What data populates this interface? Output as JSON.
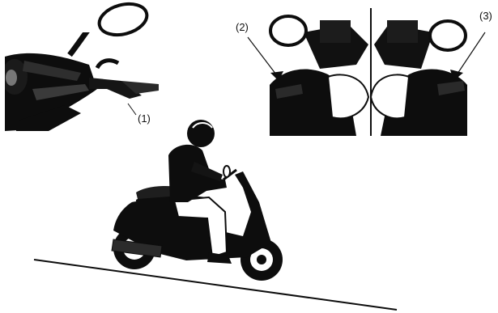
{
  "callouts": {
    "left_lever": "(1)",
    "right_panel_left": "(2)",
    "right_panel_right": "(3)"
  },
  "colors": {
    "ink": "#0a0a0a",
    "paper": "#ffffff",
    "mid": "#6f6f6f"
  },
  "icons": {
    "left_panel": "handlebar-lever-illustration",
    "right_panel": "handlebar-controls-illustration",
    "main": "scooter-rider-on-slope-illustration"
  }
}
